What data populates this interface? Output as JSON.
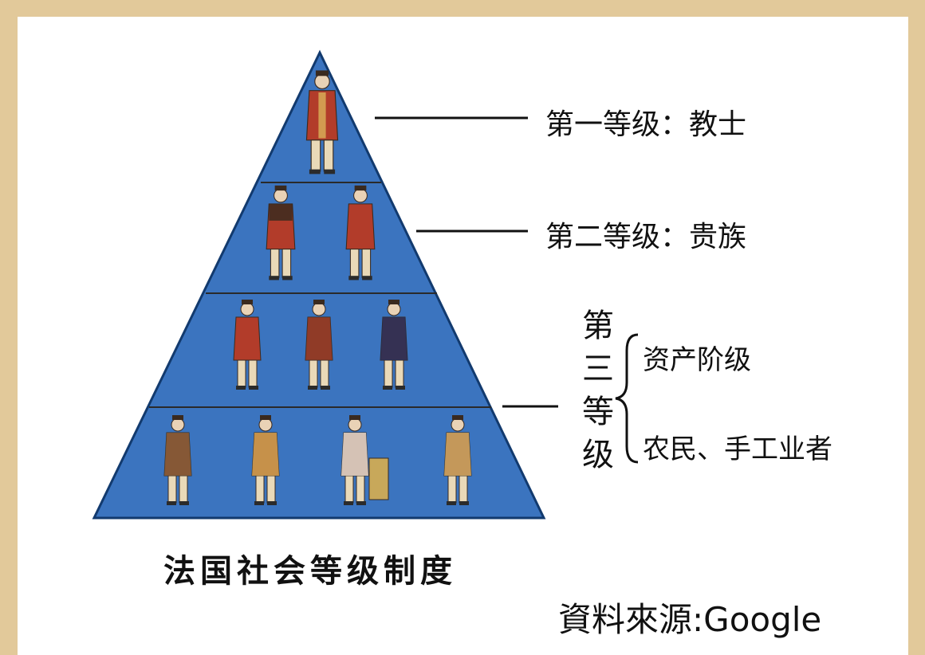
{
  "diagram": {
    "caption": "法国社会等级制度",
    "source": "資料來源:Google",
    "tiers": [
      {
        "label": "第一等级：教士",
        "figures": 1
      },
      {
        "label": "第二等级：贵族",
        "figures": 2
      },
      {
        "third_estate_chars": [
          "第",
          "三",
          "等",
          "级"
        ],
        "groups": [
          "资产阶级",
          "农民、手工业者"
        ]
      }
    ],
    "colors": {
      "background_frame": "#e2c99a",
      "pyramid_fill": "#3b74bf",
      "pyramid_stroke": "#123a6e"
    }
  }
}
